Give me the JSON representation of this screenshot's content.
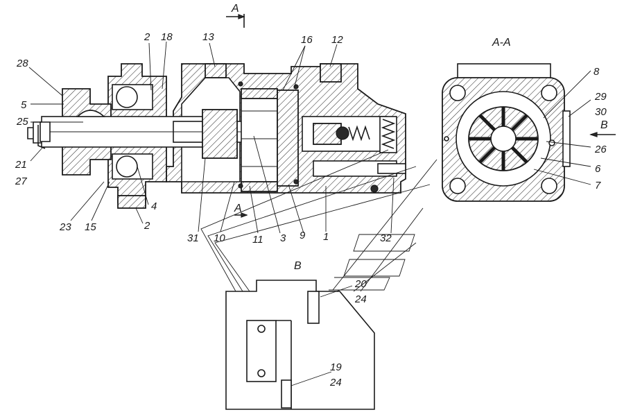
{
  "section_title": "A-A",
  "section_marks": {
    "top": "A",
    "bottom": "A"
  },
  "view_title": "B",
  "view_arrow_label": "B",
  "callouts": {
    "c28": "28",
    "c5": "5",
    "c25": "25",
    "c21": "21",
    "c27": "27",
    "c23": "23",
    "c15": "15",
    "c4": "4",
    "c2_bottom": "2",
    "c2_top": "2",
    "c18": "18",
    "c13": "13",
    "c16": "16",
    "c12": "12",
    "c31": "31",
    "c10": "10",
    "c11": "11",
    "c3": "3",
    "c9": "9",
    "c1": "1",
    "c32": "32",
    "c8": "8",
    "c29": "29",
    "c30": "30",
    "c26": "26",
    "c6": "6",
    "c7": "7",
    "c20": "20",
    "c24_top": "24",
    "c19": "19",
    "c24_bottom": "24"
  }
}
